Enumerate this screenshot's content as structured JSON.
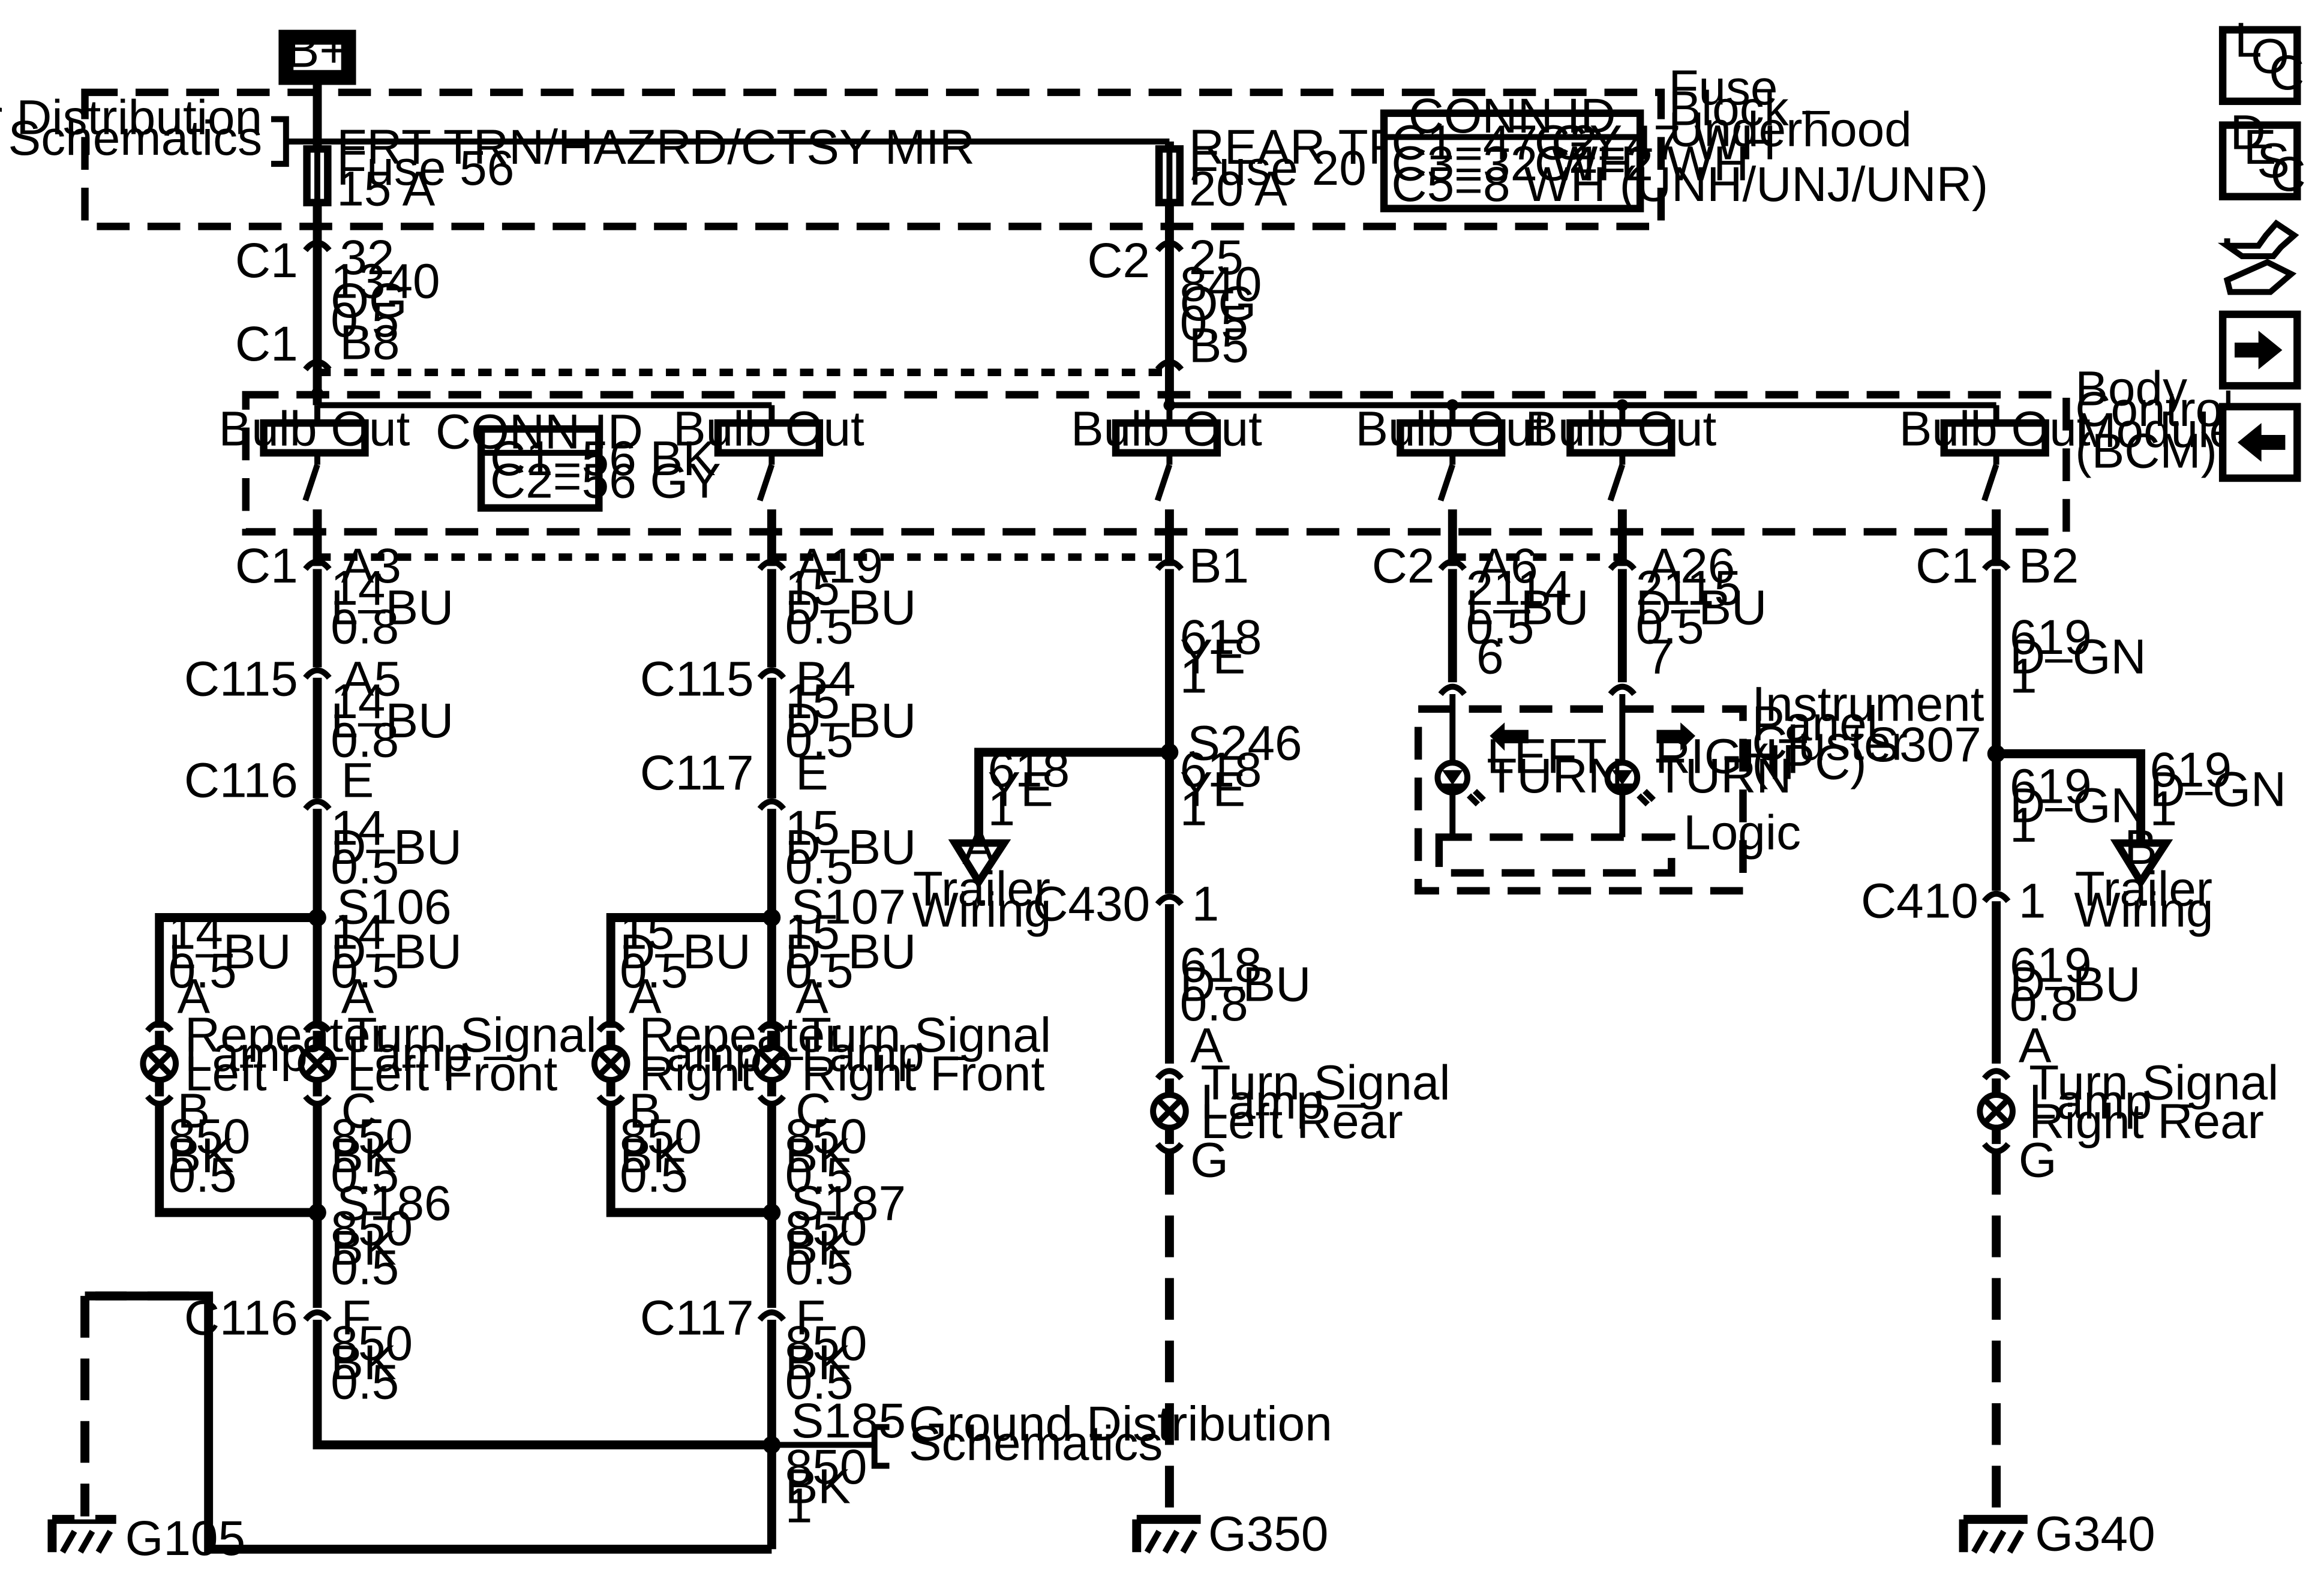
{
  "supply": {
    "label": "B+"
  },
  "power_distribution": {
    "line1": "Power Distribution",
    "line2": "Schematics"
  },
  "fuse_block": {
    "line1": "Fuse",
    "line2": "Block –",
    "line3": "Underhood"
  },
  "fuse_left": {
    "name": "FRT TRN/HAZRD/CTSY MIR",
    "fuse": "Fuse 56",
    "rating": "15 A"
  },
  "fuse_right": {
    "name": "REAR TRN/HAZRD",
    "fuse": "Fuse 20",
    "rating": "20 A"
  },
  "fuse_conn_id": {
    "title": "CONN ID",
    "rows": [
      [
        "C1=47 GY",
        "C2=47 WH"
      ],
      [
        "C3=32 WH",
        "C4=2 WH"
      ],
      [
        "C5=8 WH (UNH/UNJ/UNR)",
        ""
      ]
    ]
  },
  "bcm_conn_id": {
    "title": "CONN ID",
    "rows": [
      "C1=56 BK",
      "C2=56 GY"
    ]
  },
  "bcm": {
    "line1": "Body",
    "line2": "Control",
    "line3": "Module",
    "line4": "(BCM)"
  },
  "bulb_out": "Bulb Out",
  "feeds": {
    "left": {
      "conn_top": "C1",
      "pin_top": "32",
      "circuit": "1340",
      "color": "OG",
      "size": "0.5",
      "conn_bot": "C1",
      "pin_bot": "B8"
    },
    "right": {
      "conn_top": "C2",
      "pin_top": "25",
      "circuit": "840",
      "color": "OG",
      "size": "0.5",
      "pin_bot": "B5"
    }
  },
  "outputs": {
    "col1": {
      "conn": "C1",
      "pin": "A3",
      "circuit": "14",
      "color": "L–BU",
      "size": "0.8"
    },
    "col2": {
      "pin": "A19",
      "circuit": "15",
      "color": "D–BU",
      "size": "0.5"
    },
    "col3": {
      "pin": "B1",
      "circuit": "618",
      "color": "YE",
      "size": "1"
    },
    "col4": {
      "conn": "C2",
      "pin": "A6",
      "circuit": "2114",
      "color": "L–BU",
      "size": "0.5",
      "pin_ipc": "6"
    },
    "col5": {
      "pin": "A26",
      "circuit": "2115",
      "color": "D–BU",
      "size": "0.5",
      "pin_ipc": "7"
    },
    "col6": {
      "conn": "C1",
      "pin": "B2",
      "circuit": "619",
      "color": "D–GN",
      "size": "1"
    }
  },
  "col1": {
    "c115": "C115",
    "c115_pin": "A5",
    "w2": [
      "14",
      "L–BU",
      "0.8"
    ],
    "c116": "C116",
    "c116_pin": "E",
    "w3": [
      "14",
      "D–BU",
      "0.5"
    ],
    "splice": "S106",
    "branch_left": [
      "14",
      "L–BU",
      "0.5"
    ],
    "branch_right": [
      "14",
      "D–BU",
      "0.5"
    ],
    "lamp_a_pin": "A",
    "lamp_a": [
      "Repeater",
      "Lamp –",
      "Left"
    ],
    "lamp_a_gnd_pin": "B",
    "lamp_b_pin": "A",
    "lamp_b": [
      "Turn Signal",
      "Lamp –",
      "Left Front"
    ],
    "lamp_b_gnd_pin": "C",
    "gnd_left": [
      "850",
      "BK",
      "0.5"
    ],
    "gnd_right": [
      "850",
      "BK",
      "0.5"
    ],
    "splice2": "S186",
    "w4": [
      "850",
      "BK",
      "0.5"
    ],
    "c116b": "C116",
    "c116b_pin": "F",
    "w5": [
      "850",
      "BK",
      "0.5"
    ]
  },
  "col2": {
    "c115": "C115",
    "c115_pin": "B4",
    "w2": [
      "15",
      "D–BU",
      "0.5"
    ],
    "c117": "C117",
    "c117_pin": "E",
    "w3": [
      "15",
      "D–BU",
      "0.5"
    ],
    "splice": "S107",
    "branch_left": [
      "15",
      "D–BU",
      "0.5"
    ],
    "branch_right": [
      "15",
      "D–BU",
      "0.5"
    ],
    "lamp_a_pin": "A",
    "lamp_a": [
      "Repeater",
      "Lamp –",
      "Right"
    ],
    "lamp_a_gnd_pin": "B",
    "lamp_b_pin": "A",
    "lamp_b": [
      "Turn Signal",
      "Lamp –",
      "Right Front"
    ],
    "lamp_b_gnd_pin": "C",
    "gnd_left": [
      "850",
      "BK",
      "0.5"
    ],
    "gnd_right": [
      "850",
      "BK",
      "0.5"
    ],
    "splice2": "S187",
    "w4": [
      "850",
      "BK",
      "0.5"
    ],
    "c117b": "C117",
    "c117b_pin": "F",
    "w5": [
      "850",
      "BK",
      "0.5"
    ],
    "splice3": "S185",
    "w6": [
      "850",
      "BK",
      "1"
    ]
  },
  "ground_distribution": {
    "line1": "Ground Distribution",
    "line2": "Schematics"
  },
  "col3": {
    "splice": "S246",
    "trailer_wire": [
      "618",
      "YE",
      "1"
    ],
    "w2": [
      "618",
      "YE",
      "1"
    ],
    "trailer_tag": "A",
    "trailer_label": [
      "Trailer",
      "Wiring"
    ],
    "c430": "C430",
    "c430_pin": "1",
    "w3": [
      "618",
      "D–BU",
      "0.8"
    ],
    "lamp_pin": "A",
    "lamp": [
      "Turn Signal",
      "Lamp –",
      "Left Rear"
    ],
    "lamp_gnd_pin": "G",
    "ground": "G350"
  },
  "col6": {
    "splice": "S307",
    "trailer_wire": [
      "619",
      "D–GN",
      "1"
    ],
    "w2": [
      "619",
      "D–GN",
      "1"
    ],
    "trailer_tag": "B",
    "trailer_label": [
      "Trailer",
      "Wiring"
    ],
    "c410": "C410",
    "c410_pin": "1",
    "w3": [
      "619",
      "D–BU",
      "0.8"
    ],
    "lamp_pin": "A",
    "lamp": [
      "Turn Signal",
      "Lamp –",
      "Right Rear"
    ],
    "lamp_gnd_pin": "G",
    "ground": "G340"
  },
  "ipc": {
    "line1": "Instrument",
    "line2": "Panel",
    "line3": "Cluster",
    "line4": "(IPC)",
    "left_label": [
      "LEFT",
      "TURN"
    ],
    "right_label": [
      "RIGHT",
      "TURN"
    ],
    "logic": "Logic"
  },
  "grounds": {
    "g105": "G105"
  },
  "nav": {
    "loc": [
      "L",
      "O",
      "C"
    ],
    "desc": [
      "D",
      "E",
      "S",
      "C"
    ]
  }
}
